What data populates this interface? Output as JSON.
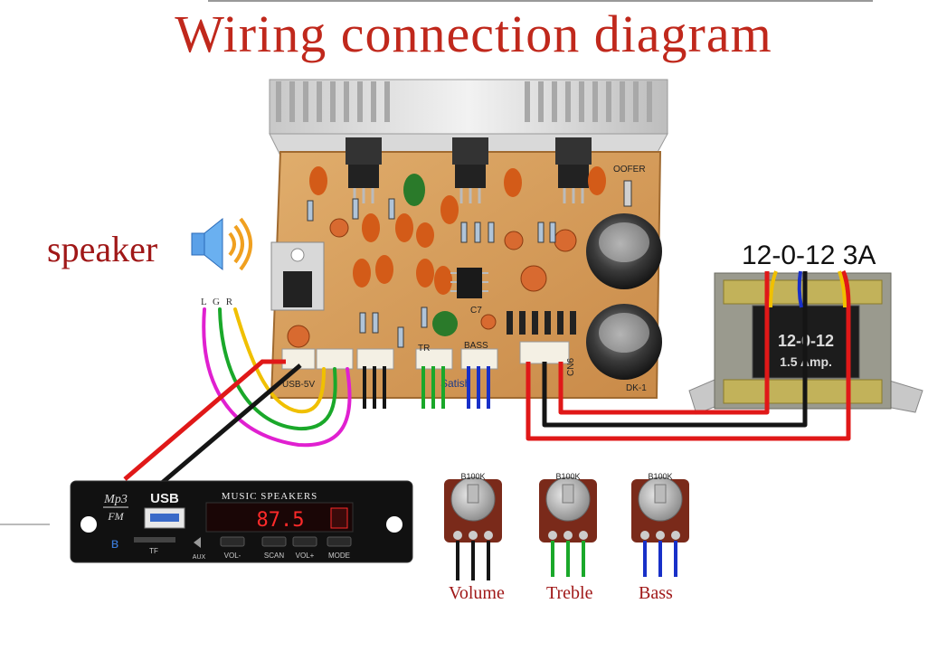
{
  "title": "Wiring connection diagram",
  "speaker": {
    "label": "speaker",
    "icon": "speaker-icon"
  },
  "input_pins": "L G R",
  "transformer": {
    "label": "12-0-12 3A",
    "plate_line1": "12-0-12",
    "plate_line2": "1.5 Amp."
  },
  "amplifier_board": {
    "silk_usb": "USB-5V",
    "silk_tr": "TR",
    "silk_bass": "BASS",
    "silk_cn6": "CN6",
    "silk_woofer": "OOFER",
    "silk_dk": "DK-1",
    "silk_c7": "C7",
    "silk_brand": "Satish"
  },
  "mp3_module": {
    "logo_top": "Mp3",
    "logo_bottom": "FM",
    "usb_label": "USB",
    "tf_label": "TF",
    "header": "MUSIC SPEAKERS",
    "display": "87.5",
    "aux_label": "AUX",
    "buttons": [
      "VOL-",
      "SCAN",
      "VOL+",
      "MODE"
    ]
  },
  "pots": [
    {
      "label": "Volume",
      "marking": "B100K",
      "wire_color": "#111111"
    },
    {
      "label": "Treble",
      "marking": "B100K",
      "wire_color": "#1aa82a"
    },
    {
      "label": "Bass",
      "marking": "B100K",
      "wire_color": "#1830c8"
    }
  ],
  "colors": {
    "title": "#c0281c",
    "pcb": "#d8a060",
    "wire_red": "#e01818",
    "wire_black": "#151515",
    "wire_yellow": "#f0c000",
    "wire_green": "#1aa82a",
    "wire_magenta": "#e020d0",
    "wire_blue": "#1830c8"
  }
}
